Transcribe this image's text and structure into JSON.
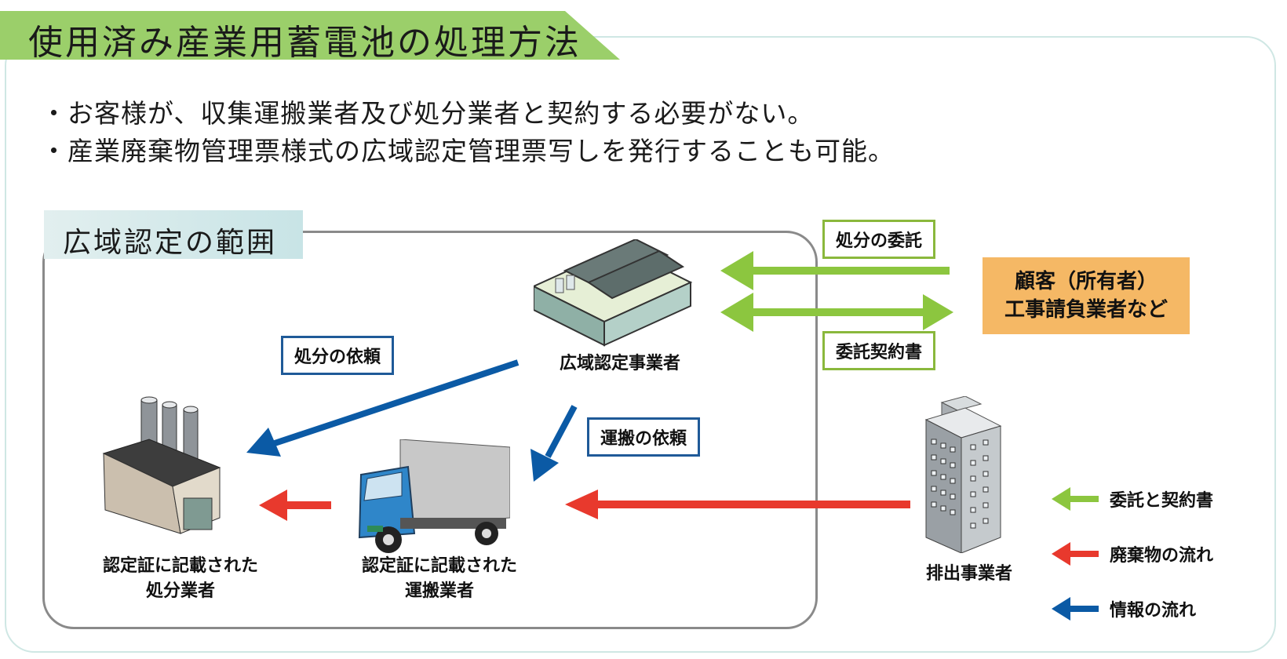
{
  "title": "使用済み産業用蓄電池の処理方法",
  "bullets": [
    "・お客様が、収集運搬業者及び処分業者と契約する必要がない。",
    "・産業廃棄物管理票様式の広域認定管理票写しを発行することも可能。"
  ],
  "scope": {
    "label": "広域認定の範囲"
  },
  "nodes": {
    "wide_area_operator": "広域認定事業者",
    "disposal_company_line1": "認定証に記載された",
    "disposal_company_line2": "処分業者",
    "transport_company_line1": "認定証に記載された",
    "transport_company_line2": "運搬業者",
    "discharger": "排出事業者",
    "customer_line1": "顧客（所有者）",
    "customer_line2": "工事請負業者など"
  },
  "flow_labels": {
    "disposal_consignment": "処分の委託",
    "consignment_contract": "委託契約書",
    "disposal_request": "処分の依頼",
    "transport_request": "運搬の依頼"
  },
  "legend": [
    {
      "label": "委託と契約書",
      "color": "#8cc63f",
      "icon": "green-arrow-left-icon"
    },
    {
      "label": "廃棄物の流れ",
      "color": "#e8392d",
      "icon": "red-arrow-left-icon"
    },
    {
      "label": "情報の流れ",
      "color": "#0b5aa5",
      "icon": "blue-arrow-left-icon"
    }
  ],
  "colors": {
    "title_band": "#9bcf6a",
    "green_arrow": "#8cc63f",
    "red_arrow": "#e8392d",
    "blue_arrow": "#0b5aa5",
    "customer_box": "#f5b865",
    "scope_tab": "#c8e4e6",
    "panel_border": "#cfe7e4"
  }
}
